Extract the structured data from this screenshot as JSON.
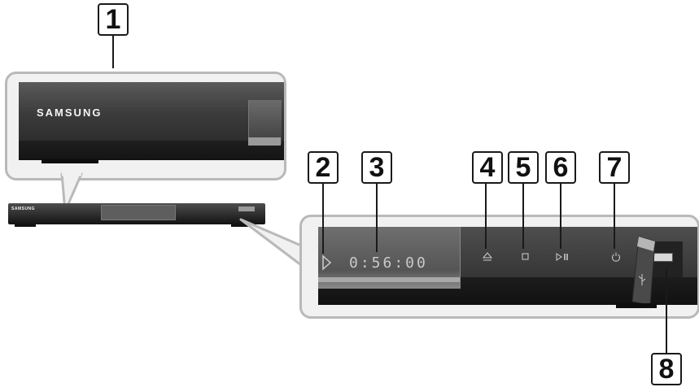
{
  "brand": "SAMSUNG",
  "display_readout": "0:56:00",
  "callouts": [
    "1",
    "2",
    "3",
    "4",
    "5",
    "6",
    "7",
    "8"
  ],
  "icons": {
    "disc_indicator": "play-triangle-icon",
    "eject": "eject-icon",
    "stop": "stop-icon",
    "play_pause": "play-pause-icon",
    "power": "power-icon",
    "usb": "usb-icon"
  },
  "colors": {
    "panel_dark": "#2b2b2b",
    "panel_mid": "#4a4a4a",
    "zoom_border": "#b9b9b9",
    "zoom_bg": "#f1f1f1",
    "callout_border": "#1a1a1a"
  }
}
